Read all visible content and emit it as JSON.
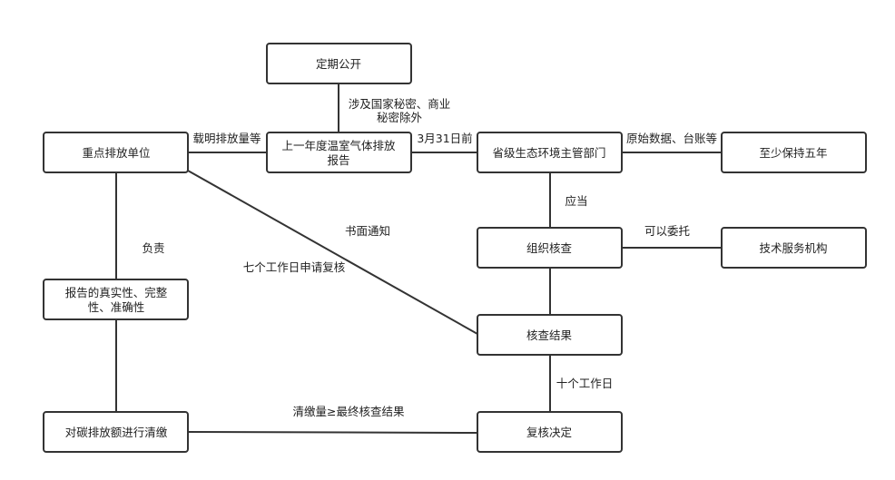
{
  "nodes": {
    "dingqi_gongkai": "定期公开",
    "zhongdian_danwei": "重点排放单位",
    "nianduo_baogao_line1": "上一年度温室气体排放",
    "nianduo_baogao_line2": "报告",
    "shengji_bumen": "省级生态环境主管部门",
    "zhishao_wunian": "至少保持五年",
    "zuzhi_hecha": "组织核查",
    "jishu_fuwu": "技术服务机构",
    "baogao_zhenshi_line1": "报告的真实性、完整",
    "baogao_zhenshi_line2": "性、准确性",
    "hecha_jieguo": "核查结果",
    "qingjiao": "对碳排放额进行清缴",
    "fuhe_jueding": "复核决定"
  },
  "edges": {
    "shemi_line1": "涉及国家秘密、商业",
    "shemi_line2": "秘密除外",
    "zaiming": "载明排放量等",
    "date": "3月31日前",
    "yuanshi": "原始数据、台账等",
    "yingdang": "应当",
    "keyi_weituo": "可以委托",
    "fuze": "负责",
    "shumian_tongzhi": "书面通知",
    "qige_gongzuori": "七个工作日申请复核",
    "shige_gongzuori": "十个工作日",
    "qingjiao_liang": "清缴量≥最终核查结果"
  },
  "colors": {
    "stroke": "#333333",
    "text": "#222222",
    "background": "#ffffff"
  }
}
